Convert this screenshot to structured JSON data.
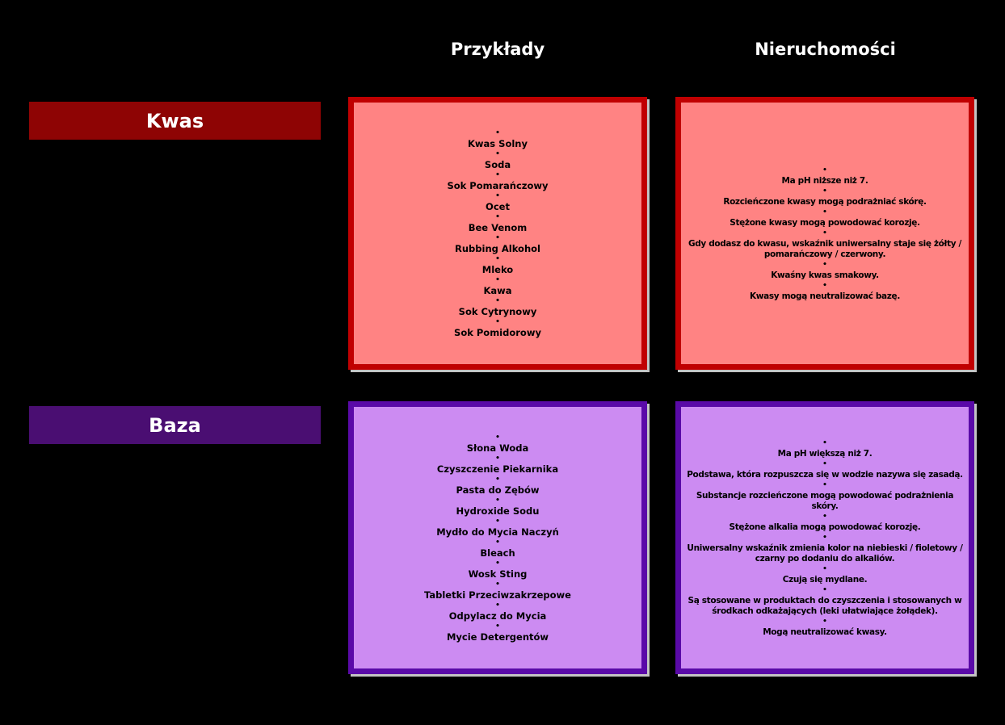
{
  "bullet": "•",
  "colors": {
    "background": "#000000",
    "header_text": "#ffffff",
    "shadow": "#c4c4c4"
  },
  "columns": [
    {
      "label": "Przykłady"
    },
    {
      "label": "Nieruchomości"
    }
  ],
  "rows": [
    {
      "label": "Kwas",
      "label_bg": "#8e0404",
      "box_fill": "#ff8383",
      "box_border": "#c00001",
      "examples": [
        "Kwas Solny",
        "Soda",
        "Sok Pomarańczowy",
        "Ocet",
        "Bee Venom",
        "Rubbing Alkohol",
        "Mleko",
        "Kawa",
        "Sok Cytrynowy",
        "Sok Pomidorowy"
      ],
      "properties": [
        "Ma pH niższe niż 7.",
        "Rozcieńczone kwasy mogą podrażniać skórę.",
        "Stężone kwasy mogą powodować korozję.",
        "Gdy dodasz do kwasu, wskaźnik uniwersalny staje się żółty / pomarańczowy / czerwony.",
        "Kwaśny kwas smakowy.",
        "Kwasy mogą neutralizować bazę."
      ]
    },
    {
      "label": "Baza",
      "label_bg": "#4a0e72",
      "box_fill": "#cc8bf2",
      "box_border": "#5a0aa8",
      "examples": [
        "Słona Woda",
        "Czyszczenie Piekarnika",
        "Pasta do Zębów",
        "Hydroxide Sodu",
        "Mydło do Mycia Naczyń",
        "Bleach",
        "Wosk Sting",
        "Tabletki Przeciwzakrzepowe",
        "Odpylacz do Mycia",
        "Mycie Detergentów"
      ],
      "properties": [
        "Ma pH większą niż 7.",
        "Podstawa, która rozpuszcza się w wodzie nazywa się zasadą.",
        "Substancje rozcieńczone mogą powodować podrażnienia skóry.",
        "Stężone alkalia mogą powodować korozję.",
        "Uniwersalny wskaźnik zmienia kolor na niebieski / fioletowy / czarny po dodaniu do alkaliów.",
        "Czują się mydlane.",
        "Są stosowane w produktach do czyszczenia i stosowanych w środkach odkażających (leki ułatwiające żołądek).",
        "Mogą neutralizować kwasy."
      ]
    }
  ]
}
